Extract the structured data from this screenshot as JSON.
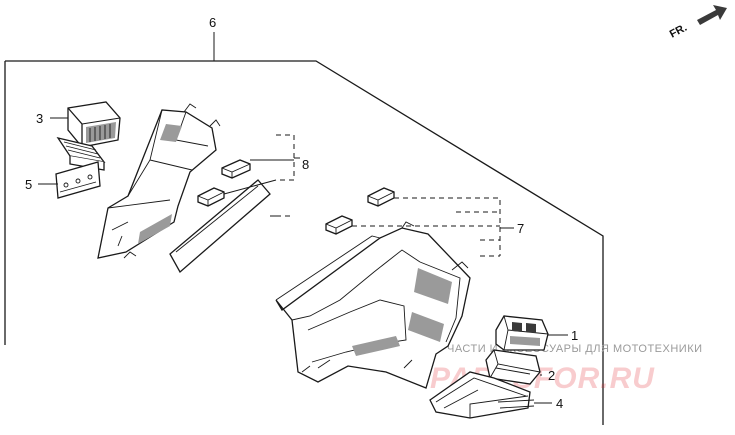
{
  "direction_label": "FR.",
  "callouts": {
    "c1": "1",
    "c2": "2",
    "c3": "3",
    "c4": "4",
    "c5": "5",
    "c6": "6",
    "c7": "7",
    "c8": "8"
  },
  "watermark": {
    "small_text": "ЧАСТИ И АКСЕССУАРЫ ДЛЯ МОТОТЕХНИКИ",
    "big_text": "PARTSFOR.RU",
    "color": "#e31b23"
  },
  "colors": {
    "line": "#1a1a1a",
    "background": "#ffffff"
  }
}
